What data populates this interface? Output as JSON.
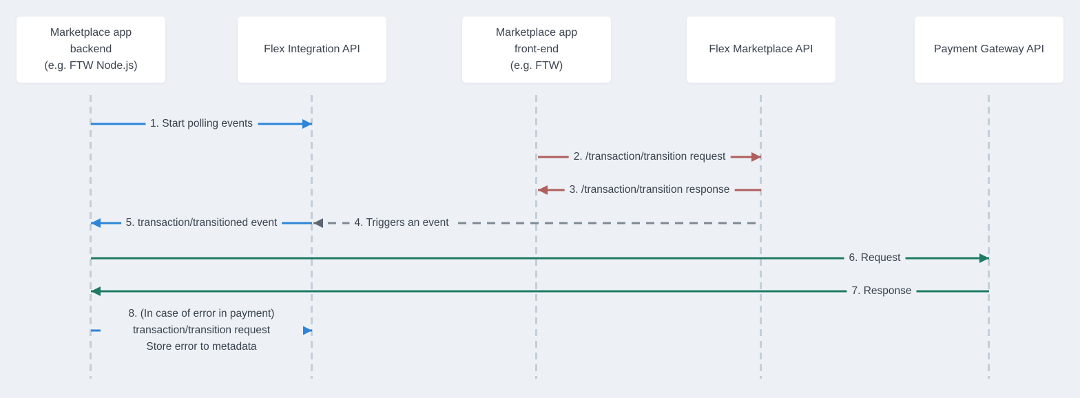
{
  "colors": {
    "background": "#edf1f5",
    "actor_box": "#ffffff",
    "text": "#39424d",
    "lifeline": "#c3ced8",
    "blue_arrow": "#2d85d8",
    "red_arrow": "#b05f5d",
    "green_arrow": "#1e7a63",
    "gray_dashed_arrow": "#7e8994",
    "gray_arrowhead": "#5d6773"
  },
  "actors": [
    {
      "id": "marketplace-backend",
      "lines": [
        "Marketplace app",
        "backend",
        "(e.g. FTW Node.js)"
      ]
    },
    {
      "id": "flex-integration-api",
      "lines": [
        "Flex Integration API"
      ]
    },
    {
      "id": "marketplace-frontend",
      "lines": [
        "Marketplace app",
        "front-end",
        "(e.g. FTW)"
      ]
    },
    {
      "id": "flex-marketplace-api",
      "lines": [
        "Flex Marketplace API"
      ]
    },
    {
      "id": "payment-gateway-api",
      "lines": [
        "Payment Gateway API"
      ]
    }
  ],
  "messages": [
    {
      "num": "1",
      "label": "1. Start polling events",
      "from": "Marketplace app backend",
      "to": "Flex Integration API",
      "direction": "right",
      "line": "solid",
      "color_role": "blue"
    },
    {
      "num": "2",
      "label": "2. /transaction/transition request",
      "from": "Marketplace app front-end",
      "to": "Flex Marketplace API",
      "direction": "right",
      "line": "solid",
      "color_role": "red"
    },
    {
      "num": "3",
      "label": "3. /transaction/transition response",
      "from": "Flex Marketplace API",
      "to": "Marketplace app front-end",
      "direction": "left",
      "line": "solid",
      "color_role": "red"
    },
    {
      "num": "4",
      "label": "4. Triggers an event",
      "from": "Flex Marketplace API",
      "to": "Flex Integration API",
      "direction": "left",
      "line": "dashed",
      "color_role": "gray"
    },
    {
      "num": "5",
      "label": "5. transaction/transitioned event",
      "from": "Flex Integration API",
      "to": "Marketplace app backend",
      "direction": "left",
      "line": "solid",
      "color_role": "blue"
    },
    {
      "num": "6",
      "label": "6. Request",
      "from": "Marketplace app backend",
      "to": "Payment Gateway API",
      "direction": "right",
      "line": "solid",
      "color_role": "green"
    },
    {
      "num": "7",
      "label": "7. Response",
      "from": "Payment Gateway API",
      "to": "Marketplace app backend",
      "direction": "left",
      "line": "solid",
      "color_role": "green"
    },
    {
      "num": "8",
      "lines": [
        "8. (In case of error in payment)",
        "transaction/transition request",
        "Store error to metadata"
      ],
      "from": "Marketplace app backend",
      "to": "Flex Integration API",
      "direction": "right",
      "line": "solid",
      "color_role": "blue"
    }
  ]
}
